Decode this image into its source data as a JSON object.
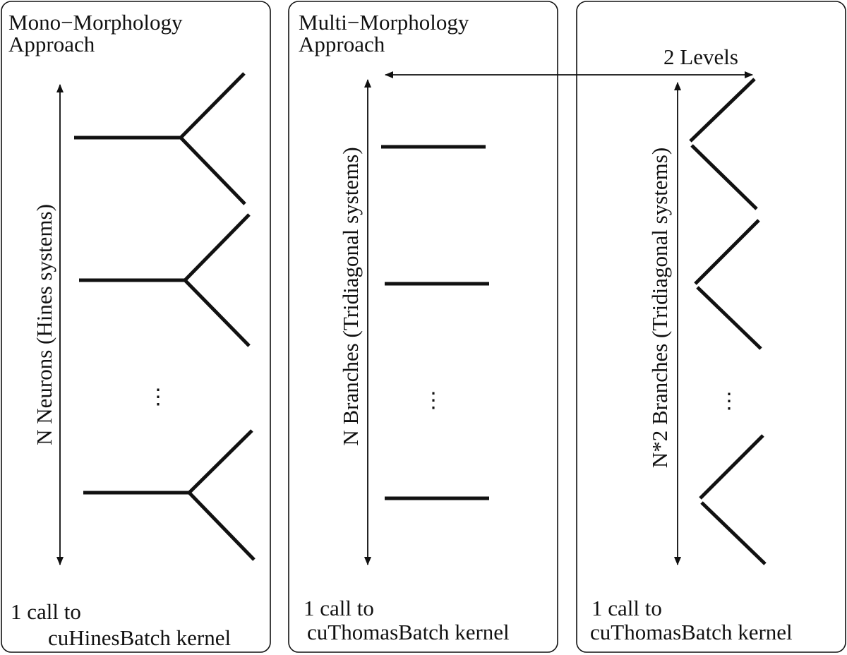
{
  "panels": {
    "mono": {
      "title_line1": "Mono−Morphology",
      "title_line2": "Approach",
      "axis_label": "N Neurons (Hines systems)",
      "footer_line1": "1 call to",
      "footer_line2": "cuHinesBatch kernel"
    },
    "multi": {
      "title_line1": "Multi−Morphology",
      "title_line2": "Approach",
      "axis_label": "N Branches (Tridiagonal systems)",
      "footer_line1": "1 call to",
      "footer_line2": "cuThomasBatch kernel"
    },
    "right": {
      "levels_label": "2 Levels",
      "axis_label": "N*2 Branches (Tridiagonal systems)",
      "footer_line1": "1 call to",
      "footer_line2": "cuThomasBatch kernel"
    }
  },
  "ellipsis": "⋮"
}
